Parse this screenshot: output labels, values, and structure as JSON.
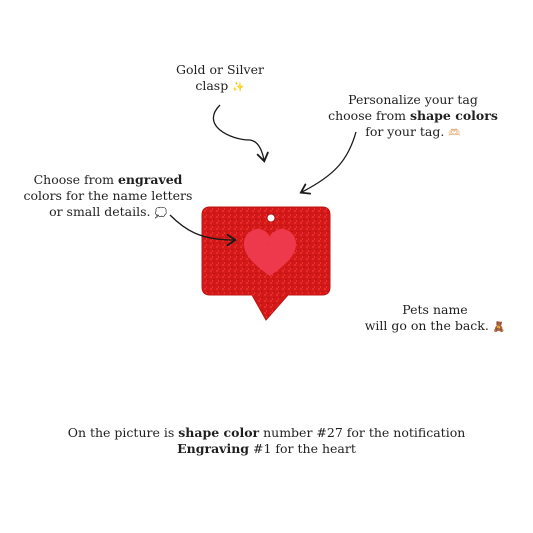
{
  "notes": {
    "clasp": {
      "line1": "Gold or Silver",
      "line2": "clasp",
      "emoji": "✨"
    },
    "shape": {
      "line1": "Personalize your tag",
      "line2_pre": "choose from ",
      "line2_bold": "shape colors",
      "line3": "for your tag.",
      "emoji": "🫶🏻"
    },
    "engraved": {
      "line1_pre": "Choose from ",
      "line1_bold": "engraved",
      "line2": "colors for the name letters",
      "line3": "or small details.",
      "emoji": "💭"
    },
    "pets": {
      "line1": "Pets name",
      "line2": "will go on the back.",
      "emoji": "🧸"
    }
  },
  "caption": {
    "line1_pre": "On the picture is ",
    "line1_bold": "shape color",
    "line1_post": " number #27 for the notification",
    "line2_bold": "Engraving",
    "line2_post": " #1 for the heart"
  },
  "colors": {
    "tag_red": "#d81a1a",
    "heart_pink": "#ef3b50",
    "arrow": "#1a1a1a"
  }
}
